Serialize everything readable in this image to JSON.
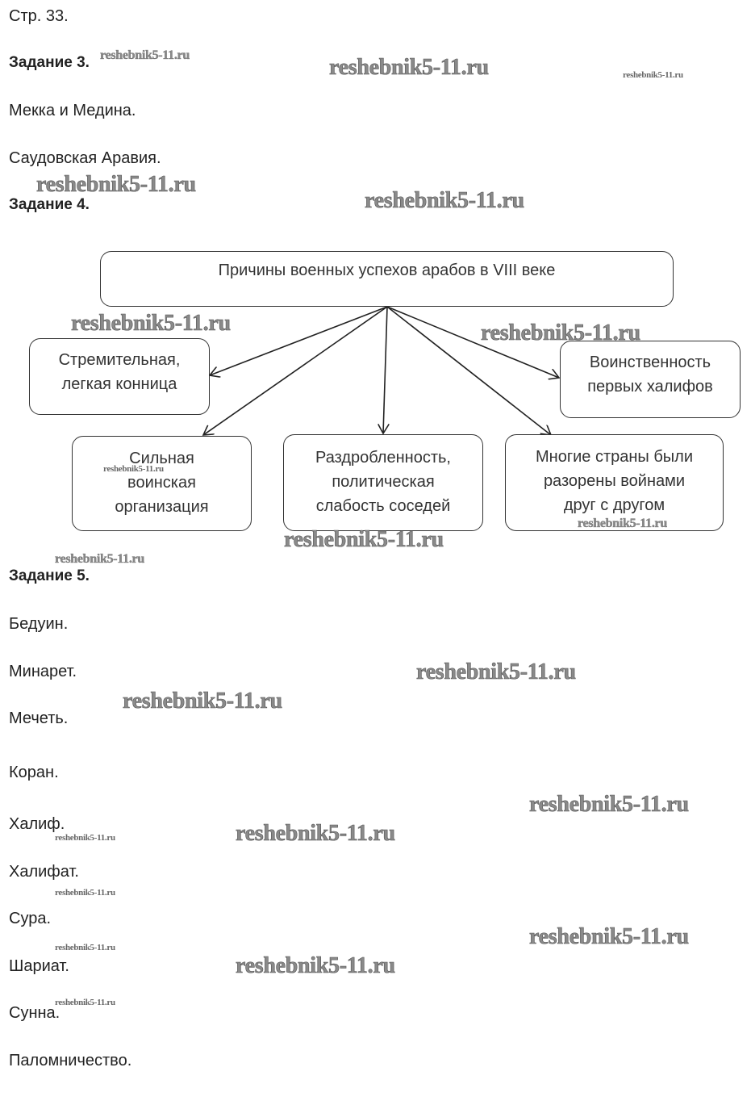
{
  "page_label": "Стр. 33.",
  "task3": {
    "heading": "Задание 3.",
    "answers": [
      "Мекка и Медина.",
      "Саудовская Аравия."
    ]
  },
  "task4": {
    "heading": "Задание 4.",
    "diagram": {
      "root": "Причины военных успехов арабов в VIII веке",
      "nodes": [
        [
          "Стремительная,",
          "легкая конница"
        ],
        [
          "Воинственность",
          "первых халифов"
        ],
        [
          "Сильная",
          "воинская",
          "организация"
        ],
        [
          "Раздробленность,",
          "политическая",
          "слабость соседей"
        ],
        [
          "Многие страны были",
          "разорены войнами",
          "друг с другом"
        ]
      ]
    }
  },
  "task5": {
    "heading": "Задание 5.",
    "answers": [
      "Бедуин.",
      "Минарет.",
      "Мечеть.",
      "Коран.",
      "Халиф.",
      "Халифат.",
      "Сура.",
      "Шариат.",
      "Сунна.",
      "Паломничество."
    ]
  },
  "watermark": "reshebnik5-11.ru"
}
